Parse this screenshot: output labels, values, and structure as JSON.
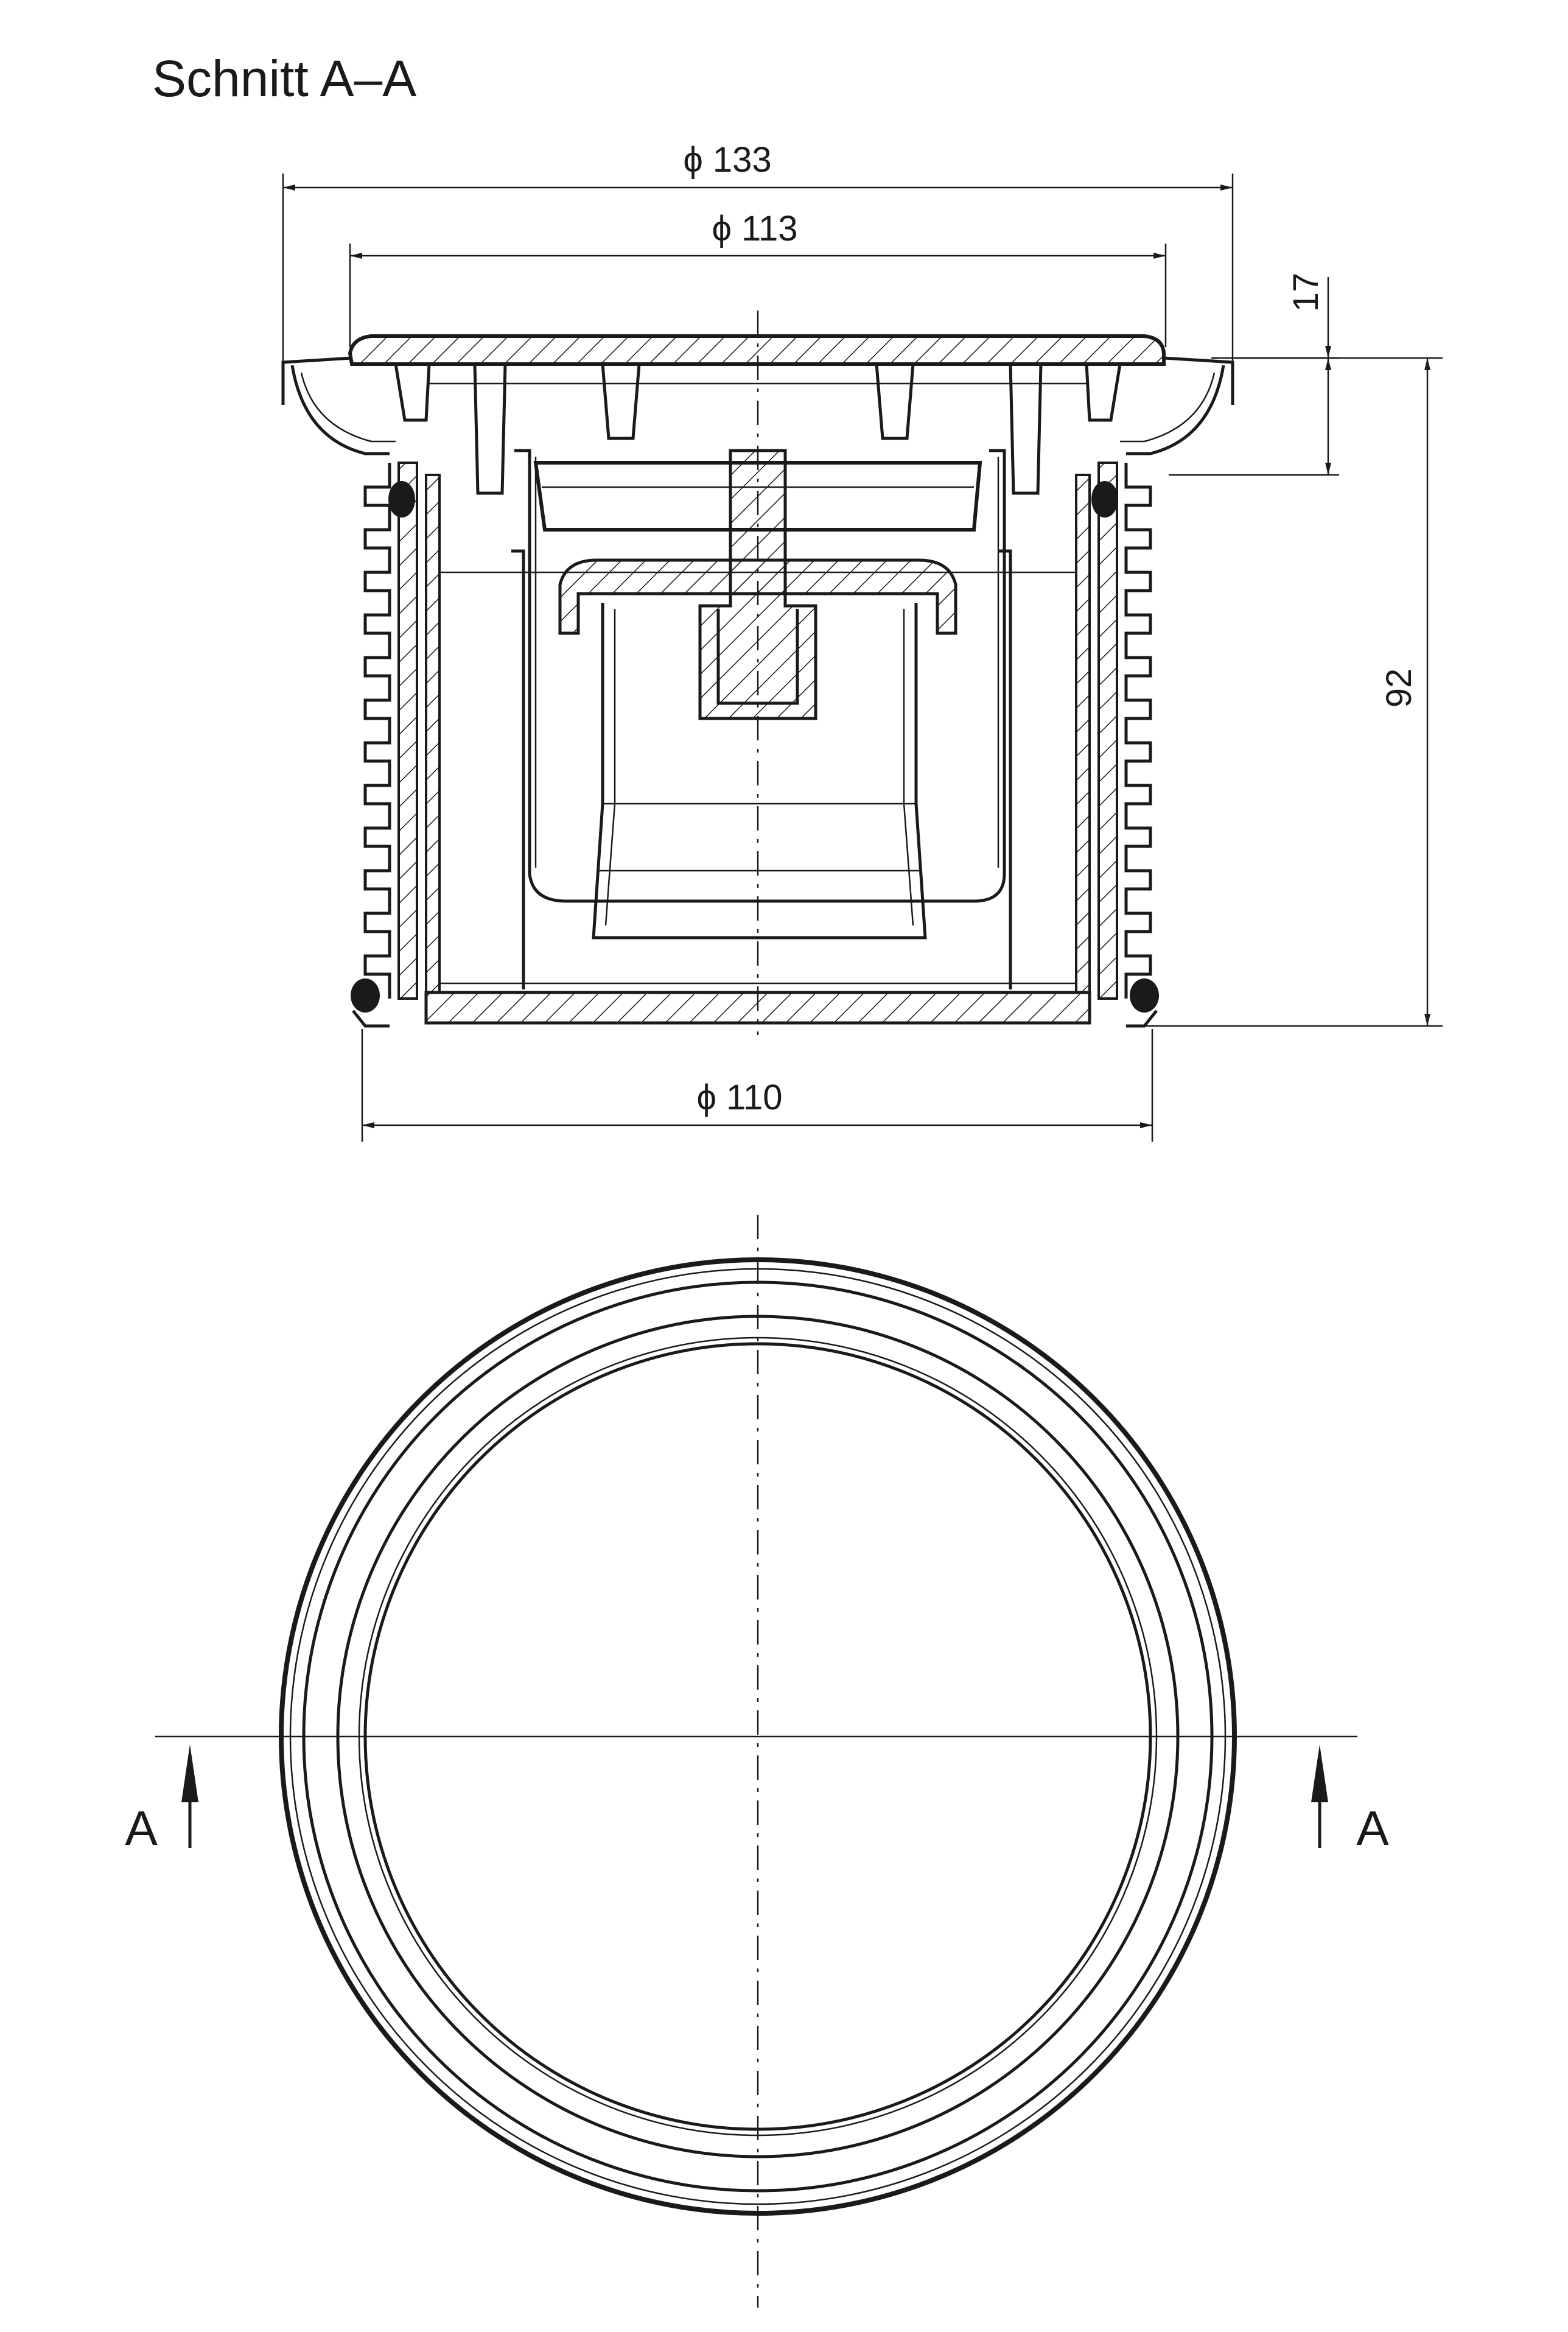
{
  "section_title": "Schnitt  A–A",
  "dimensions": {
    "d133": "ϕ 133",
    "d113": "ϕ 113",
    "d110": "ϕ 110",
    "h17": "17",
    "h92": "92"
  },
  "section_markers": {
    "left": "A",
    "right": "A"
  }
}
